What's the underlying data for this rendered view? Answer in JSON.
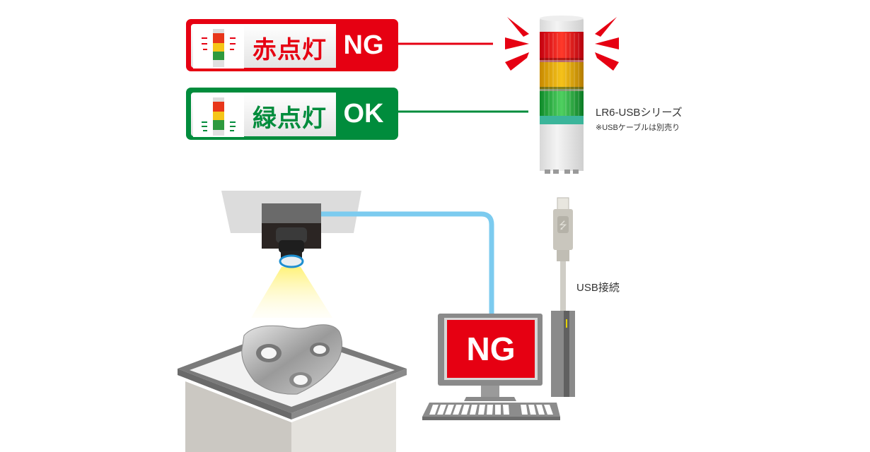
{
  "indicators": [
    {
      "label": "赤点灯",
      "status": "NG",
      "color": "#e60012",
      "lit_lamp": "red"
    },
    {
      "label": "緑点灯",
      "status": "OK",
      "color": "#008c3c",
      "lit_lamp": "green"
    }
  ],
  "tower_light": {
    "model": "LR6-USBシリーズ",
    "note": "※USBケーブルは別売り",
    "lamps": [
      "red",
      "yellow",
      "green"
    ],
    "active_lamp": "red"
  },
  "usb": {
    "label": "USB接続"
  },
  "monitor": {
    "screen_text": "NG",
    "screen_color": "#e60012"
  },
  "colors": {
    "ng_red": "#e60012",
    "ok_green": "#008c3c",
    "camera_cable": "#7ccbef"
  }
}
